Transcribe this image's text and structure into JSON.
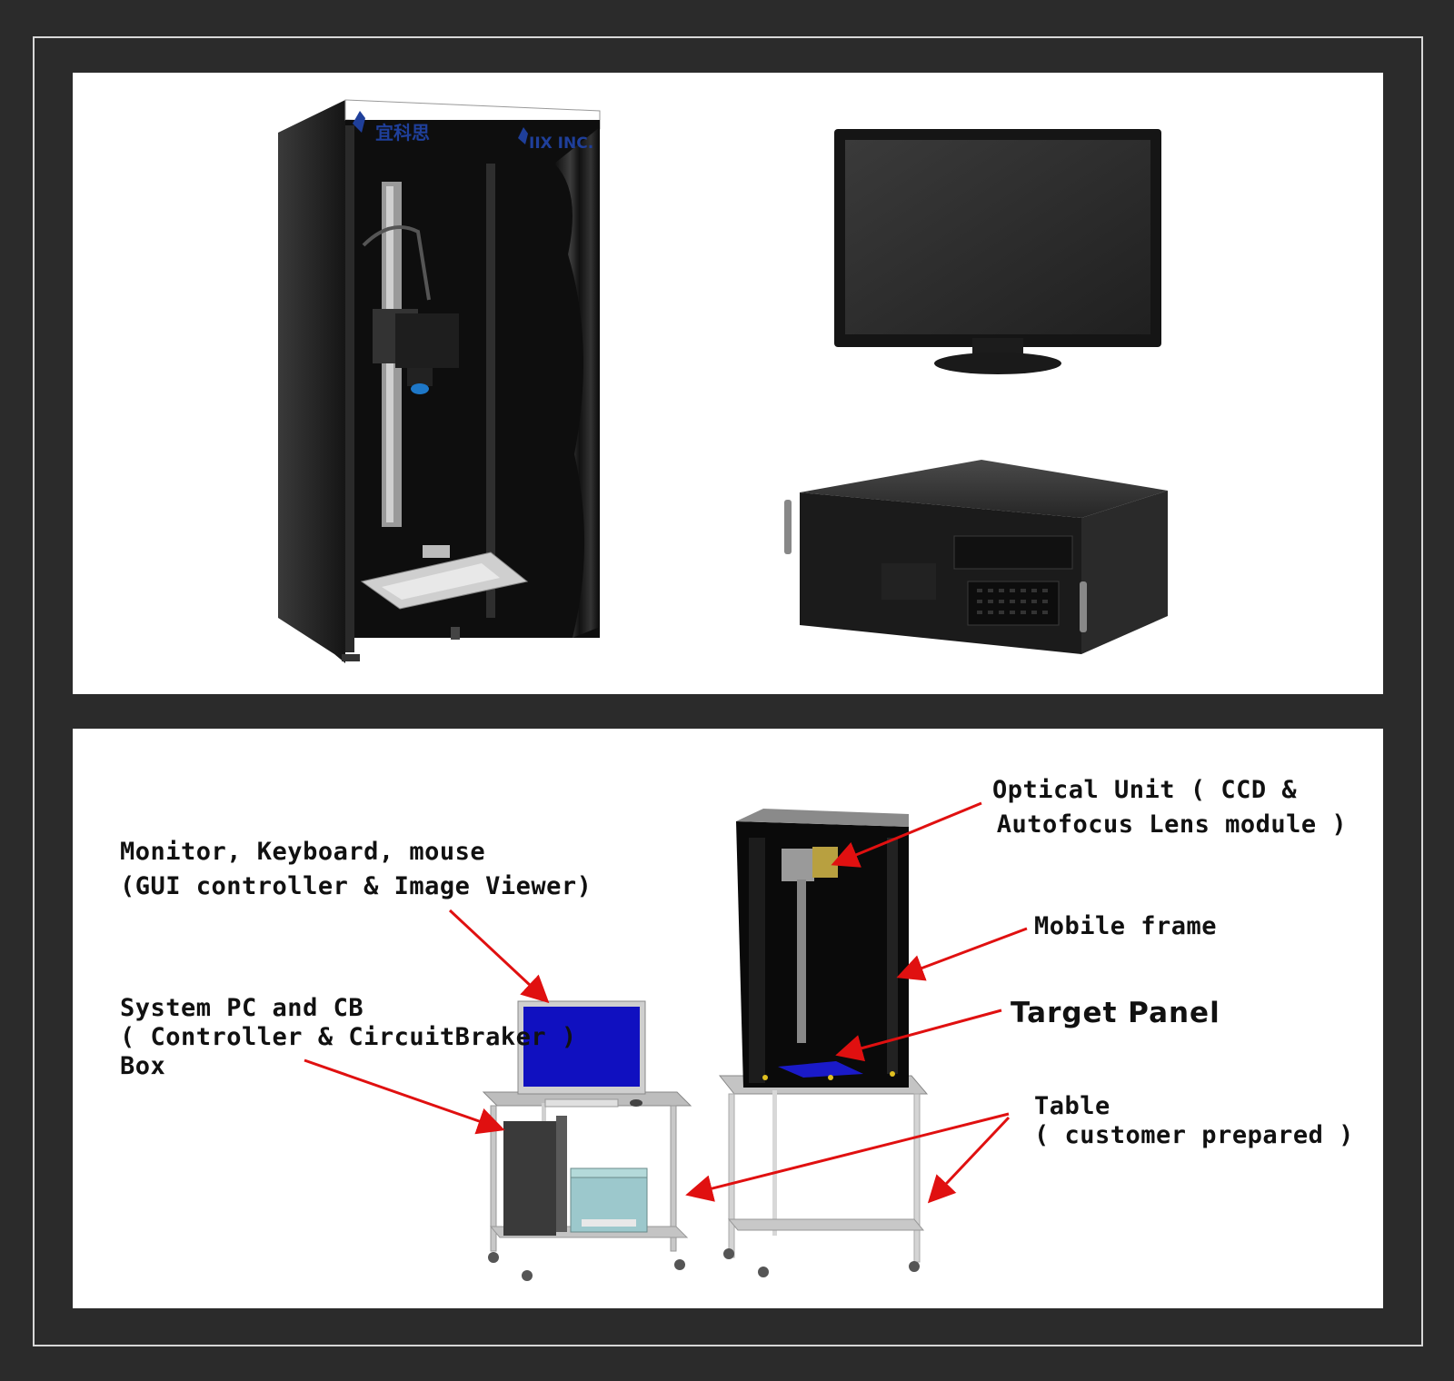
{
  "top": {
    "logo_chinese": "宜科思",
    "logo_brand": "IIX INC."
  },
  "labels": {
    "monitor_line1": "Monitor, Keyboard, mouse",
    "monitor_line2": "(GUI controller & Image Viewer)",
    "pc_line1": "System PC and CB",
    "pc_line2": "( Controller & CircuitBraker )",
    "pc_line3": "Box",
    "optical_line1": "Optical Unit ( CCD &",
    "optical_line2": " Autofocus Lens module )",
    "mobile_frame": "Mobile frame",
    "target_panel": "Target Panel",
    "table_line1": "Table",
    "table_line2": "( customer prepared )"
  },
  "colors": {
    "frame_bg": "#2b2b2b",
    "arrow": "#e01010",
    "monitor_screen": "#1010c0"
  }
}
